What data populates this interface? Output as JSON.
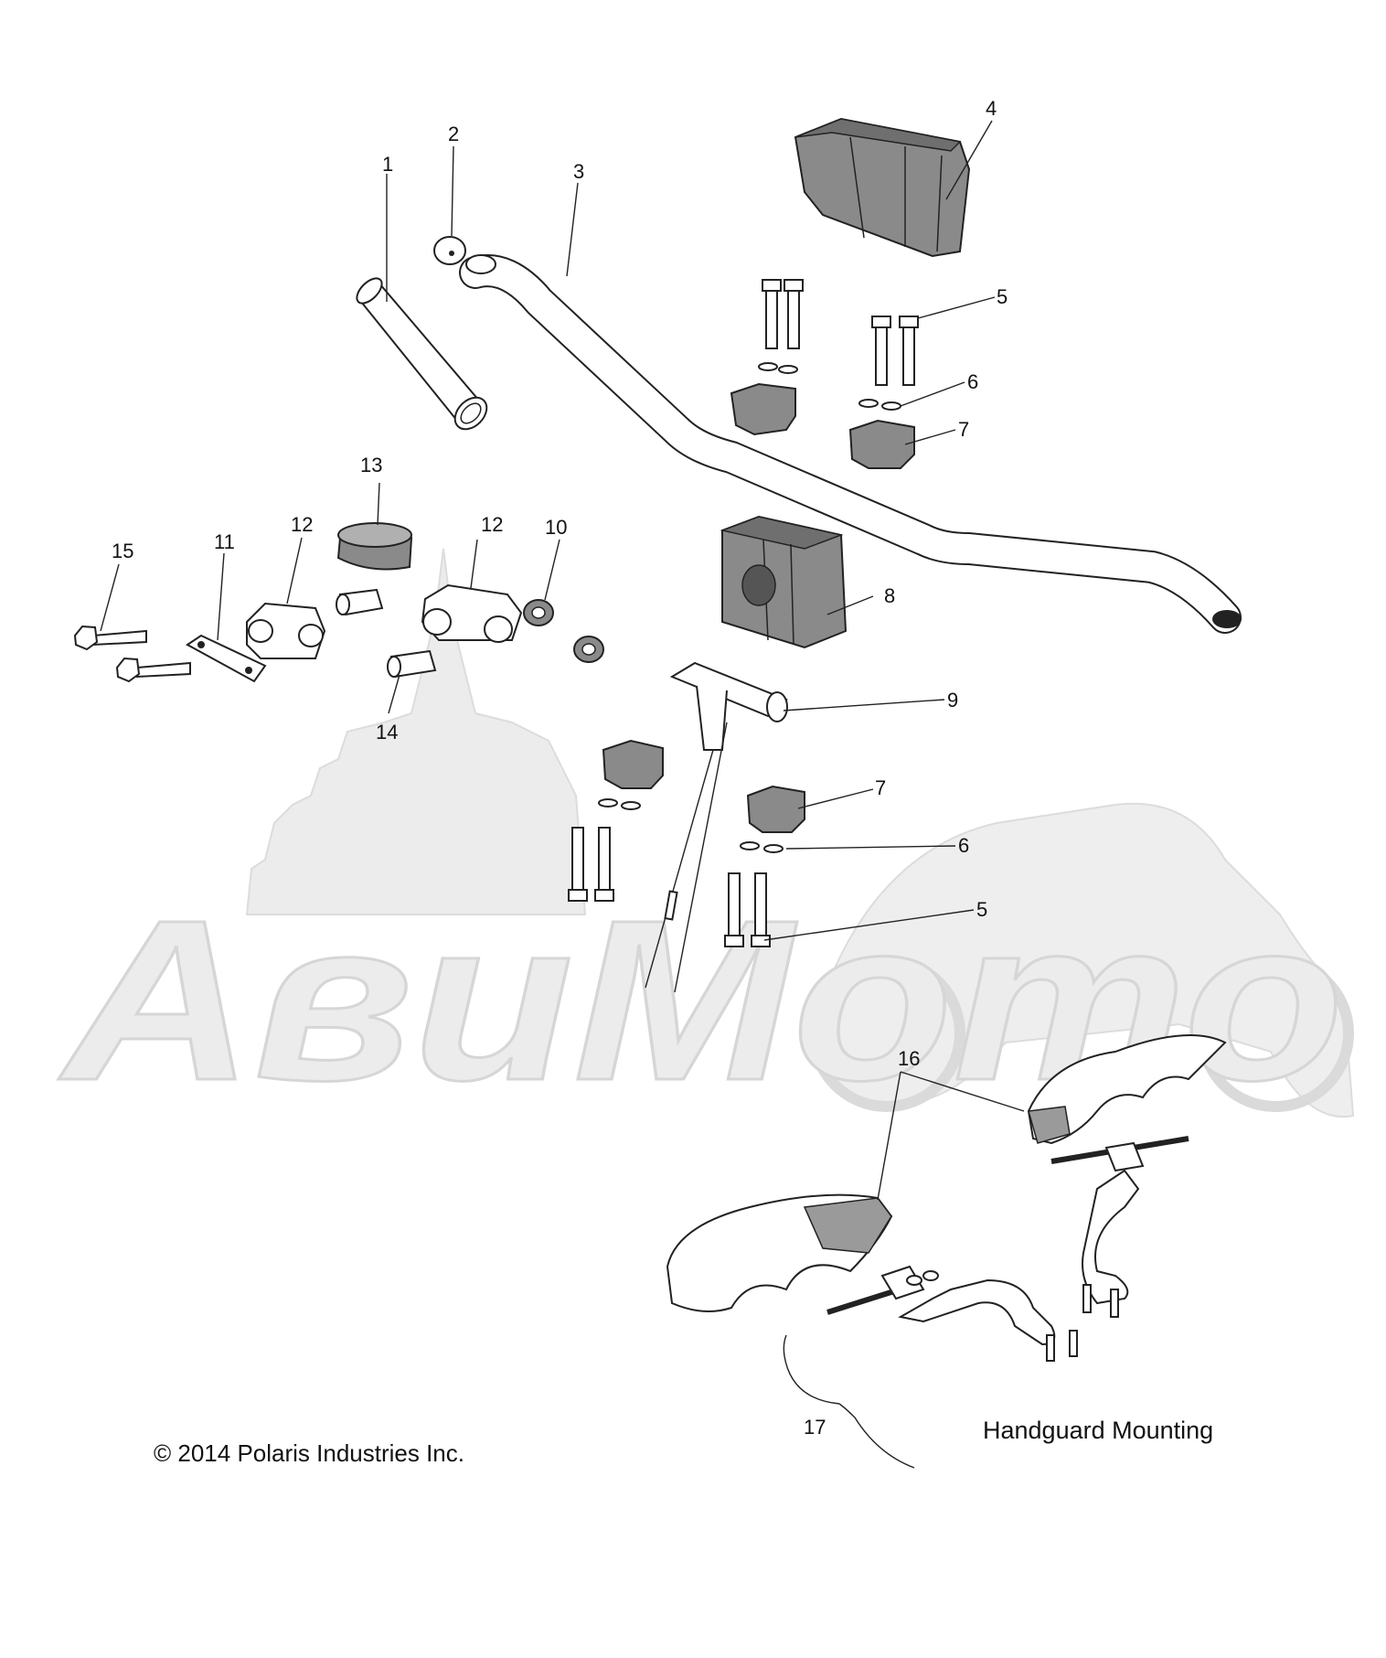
{
  "diagram": {
    "watermark": "АвиМото",
    "callouts": [
      "1",
      "2",
      "3",
      "4",
      "5",
      "6",
      "7",
      "8",
      "9",
      "10",
      "11",
      "12",
      "13",
      "14",
      "15",
      "16",
      "17"
    ],
    "repeat_labels": {
      "five_b": "5",
      "six_b": "6",
      "seven_b": "7",
      "twelve_b": "12"
    },
    "caption_handguard": "Handguard Mounting",
    "copyright": "© 2014 Polaris Industries Inc."
  },
  "colors": {
    "line": "#222222",
    "part_fill": "#ffffff",
    "dark_fill": "#8a8a8a",
    "watermark": "#e6e6e6"
  }
}
